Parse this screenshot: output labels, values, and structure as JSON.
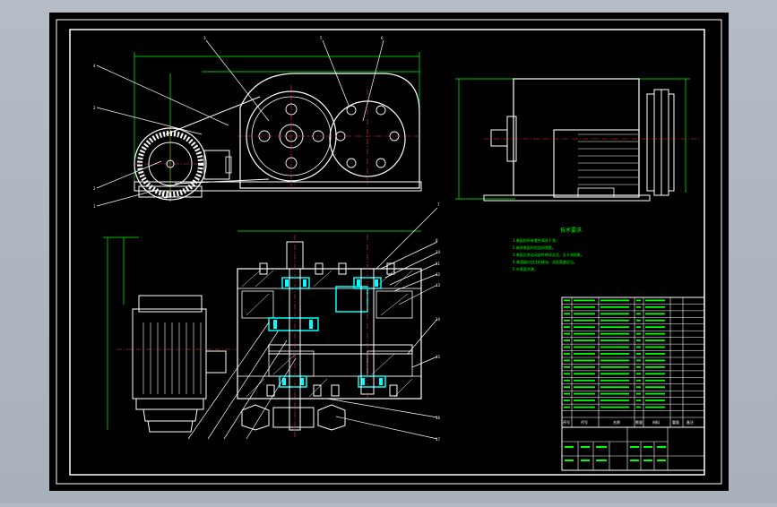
{
  "colors": {
    "background": "#000000",
    "frame": "#ffffff",
    "dimension": "#00ff00",
    "centerline": "#ff3030",
    "section_hatch": "#ffffff",
    "bearing": "#00ffff",
    "leader": "#ffffff",
    "motor": "#ffffff",
    "notes": "#00ff00",
    "table": "#ffffff",
    "table_text": "#00ff00"
  },
  "icons": {
    "motor": "motor-icon",
    "pulley": "pulley-icon",
    "gear": "gear-icon",
    "bearing": "bearing-icon"
  },
  "callouts": [
    "1",
    "2",
    "3",
    "4",
    "5",
    "6",
    "7",
    "8",
    "9",
    "10",
    "11",
    "12",
    "13",
    "14",
    "15",
    "16",
    "17"
  ],
  "notes": {
    "heading": "技术要求",
    "lines": [
      "1.装配前所有零件清洗干净。",
      "2.轴承装配时应加润滑脂。",
      "3.装配后各运动部件转动灵活，无卡滞现象。",
      "4.减速器内加注机械油，油面高度适当。",
      "5.外表面涂漆。"
    ]
  },
  "title_block": {
    "header_index": "序号",
    "header_code": "代号",
    "header_name": "名称",
    "header_qty": "数量",
    "header_material": "材料",
    "header_weight": "重量",
    "header_remark": "备注"
  }
}
